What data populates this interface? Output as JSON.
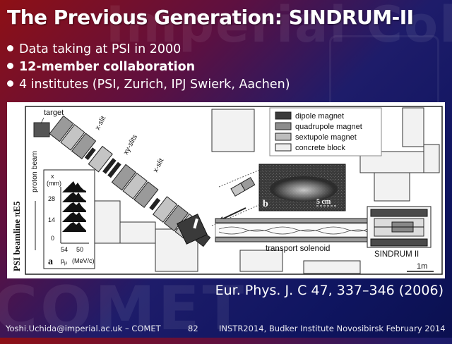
{
  "slide": {
    "title": "The Previous Generation: SINDRUM-II",
    "bullets": [
      {
        "text": "Data taking at PSI in 2000",
        "bold": false
      },
      {
        "text": "12-member collaboration",
        "bold": true
      },
      {
        "text": "4 institutes (PSI, Zurich, IPJ Swierk, Aachen)",
        "bold": false
      }
    ],
    "citation": "Eur. Phys. J. C 47, 337–346 (2006)",
    "watermark_top": "Imperial College",
    "watermark_bottom": "COMET"
  },
  "figure": {
    "labels": {
      "target": "target",
      "x_slit_1": "x-slit",
      "xy_slits": "xy-slits",
      "x_slit_2": "x-slit",
      "proton_beam": "proton beam",
      "beamline": "PSI beamline πE5",
      "transport_solenoid": "transport solenoid",
      "sindrum": "SINDRUM II",
      "scale_bar": "1m",
      "panel_a": "a",
      "panel_b": "b",
      "inset_scale": "5 cm",
      "x_axis_unit": "x",
      "x_axis_mm": "(mm)",
      "tick_28": "28",
      "tick_14": "14",
      "tick_0": "0",
      "tick_54": "54",
      "tick_50": "50",
      "p_label": "p",
      "p_sub": "μ",
      "p_unit": "(MeV/c)"
    },
    "legend": [
      {
        "label": "dipole magnet",
        "color": "#3a3a3a"
      },
      {
        "label": "quadrupole magnet",
        "color": "#8c8c8c"
      },
      {
        "label": "sextupole magnet",
        "color": "#bdbdbd"
      },
      {
        "label": "concrete block",
        "color": "#eeeeee"
      }
    ]
  },
  "footer": {
    "email": "Yoshi.Uchida@imperial.ac.uk – COMET",
    "page": "82",
    "event": "INSTR2014, Budker Institute Novosibirsk February 2014"
  }
}
